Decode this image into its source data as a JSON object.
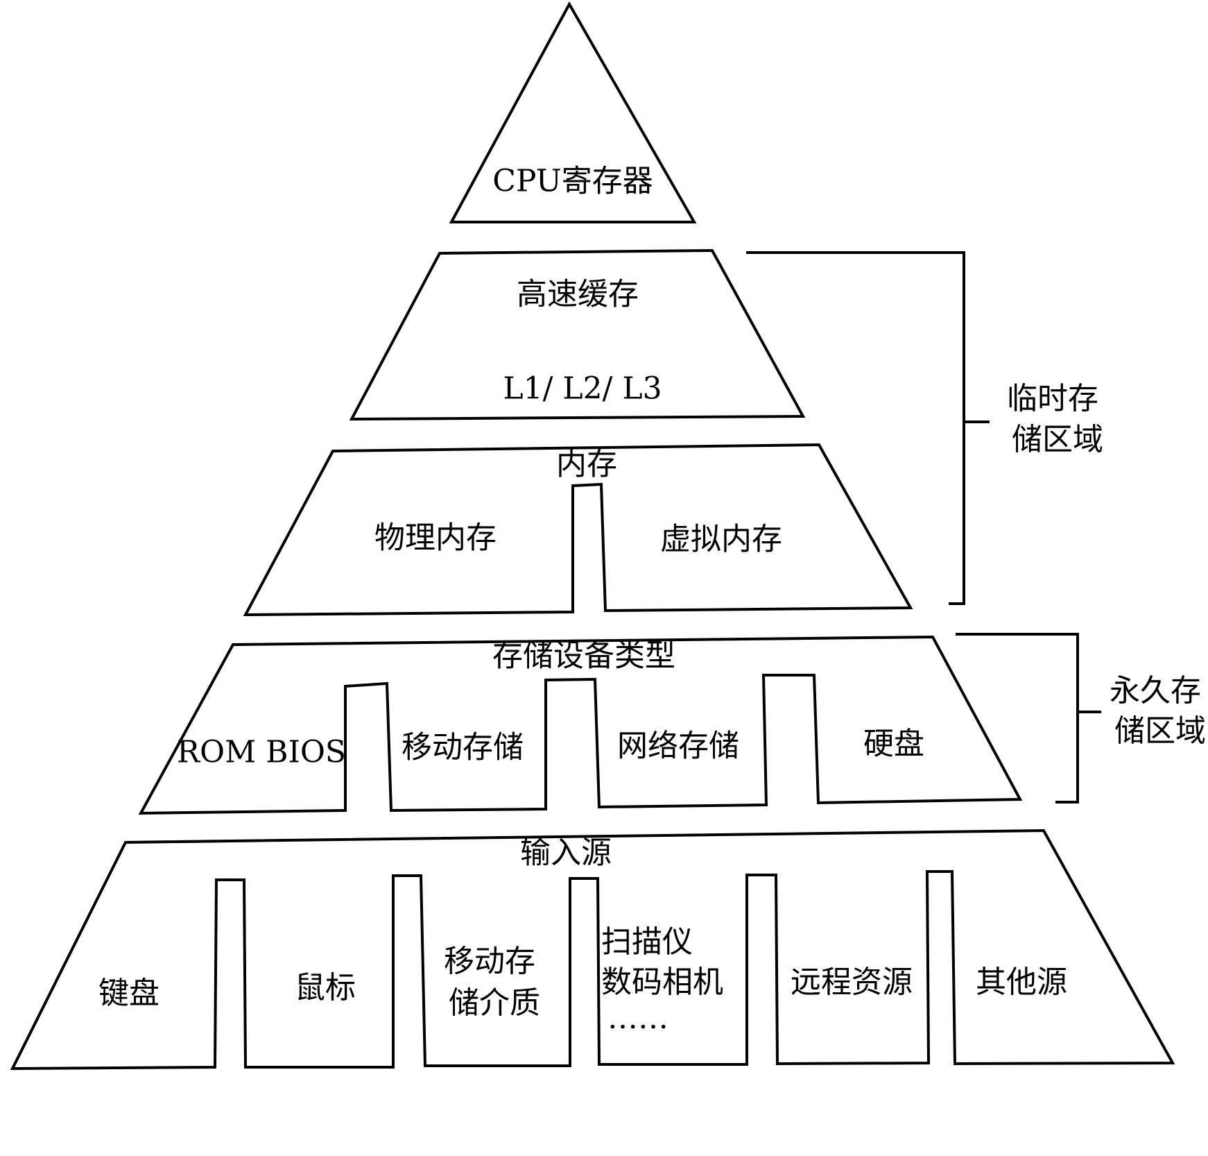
{
  "top": {
    "label": "CPU寄存器"
  },
  "cache": {
    "title": "高速缓存",
    "sub": "L1/ L2/ L3"
  },
  "memory": {
    "title": "内存",
    "left": "物理内存",
    "right": "虚拟内存"
  },
  "storage": {
    "title": "存储设备类型",
    "items": [
      "ROM BIOS",
      "移动存储",
      "网络存储",
      "硬盘"
    ]
  },
  "input": {
    "title": "输入源",
    "items": [
      {
        "lines": [
          "键盘"
        ]
      },
      {
        "lines": [
          "鼠标"
        ]
      },
      {
        "lines": [
          "移动存",
          "储介质"
        ]
      },
      {
        "lines": [
          "扫描仪",
          "数码相机",
          "……"
        ]
      },
      {
        "lines": [
          "远程资源"
        ]
      },
      {
        "lines": [
          "其他源"
        ]
      }
    ]
  },
  "brackets": {
    "temporary": [
      "临时存",
      "储区域"
    ],
    "permanent": [
      "永久存",
      "储区域"
    ]
  }
}
